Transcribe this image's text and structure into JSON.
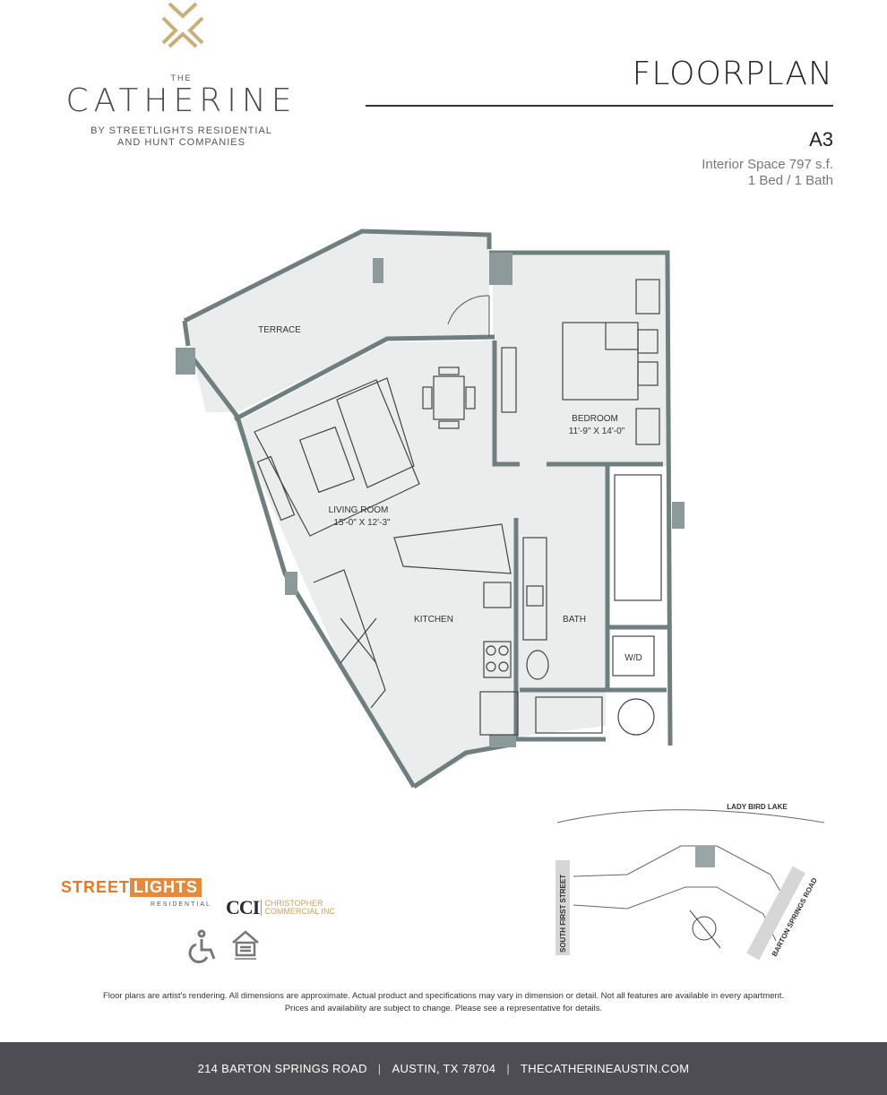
{
  "brand": {
    "the": "THE",
    "name": "CATHERINE",
    "byline_1": "BY STREETLIGHTS RESIDENTIAL",
    "byline_2": "AND HUNT COMPANIES",
    "mark_color": "#c9b07a"
  },
  "header": {
    "title": "FLOORPLAN"
  },
  "unit": {
    "code": "A3",
    "interior_space": "Interior Space 797 s.f.",
    "rooms": "1 Bed / 1 Bath"
  },
  "floorplan": {
    "terrace": "TERRACE",
    "bedroom": "BEDROOM",
    "bedroom_dims": "11'-9\" X 14'-0\"",
    "living_room": "LIVING ROOM",
    "living_dims": "15'-0\" X 12'-3\"",
    "kitchen": "KITCHEN",
    "bath": "BATH",
    "washer_dryer": "W/D",
    "wall_color": "#7f8f8f",
    "floor_color": "#ebecec"
  },
  "sitemap": {
    "lake": "LADY BIRD LAKE",
    "street_1": "SOUTH FIRST STREET",
    "street_2": "BARTON SPRINGS ROAD",
    "highlight_color": "#9aa5a5"
  },
  "logos": {
    "streetlights_a": "STREET",
    "streetlights_b": "LIGHTS",
    "streetlights_sub": "RESIDENTIAL",
    "cci_mark": "CCI",
    "cci_text_1": "CHRISTOPHER",
    "cci_text_2": "COMMERCIAL INC",
    "accent_orange": "#e07a2e",
    "wheelchair_icon": "wheelchair-icon",
    "housing_icon": "equal-housing-icon"
  },
  "disclaimer": {
    "line_1": "Floor plans are artist's rendering. All dimensions are approximate.  Actual product and specifications may vary in dimension or detail.  Not all features are available in every apartment.",
    "line_2": "Prices and availability are subject to change. Please see a representative for details."
  },
  "footer": {
    "address": "214 BARTON SPRINGS ROAD",
    "city": "AUSTIN, TX 78704",
    "website": "THECATHERINEAUSTIN.COM",
    "background": "#4d4d53"
  }
}
